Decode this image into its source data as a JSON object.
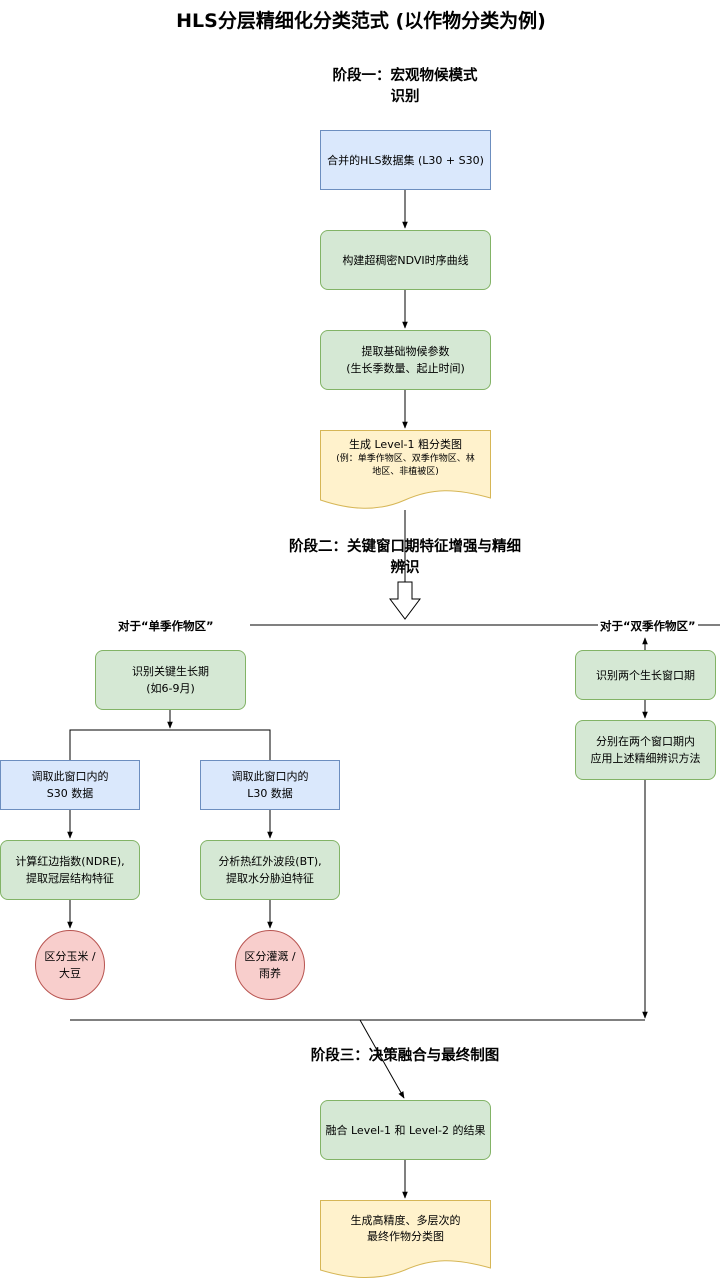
{
  "title": "HLS分层精细化分类范式 (以作物分类为例)",
  "stage1": {
    "heading": "阶段一：宏观物候模式\n识别"
  },
  "stage2": {
    "heading": "阶段二：关键窗口期特征增强与精细\n辨识"
  },
  "stage3": {
    "heading": "阶段三：决策融合与最终制图"
  },
  "nodes": {
    "merged_dataset": "合并的HLS数据集 (L30 + S30)",
    "ndvi_curve": "构建超稠密NDVI时序曲线",
    "phenology_params": "提取基础物候参数\n(生长季数量、起止时间)",
    "level1_map": "生成 Level-1 粗分类图",
    "level1_examples": "(例：单季作物区、双季作物区、林\n地区、非植被区)",
    "single_key_period": "识别关键生长期\n(如6-9月)",
    "s30_data": "调取此窗口内的\nS30 数据",
    "l30_data": "调取此窗口内的\nL30 数据",
    "ndre": "计算红边指数(NDRE),\n提取冠层结构特征",
    "thermal": "分析热红外波段(BT),\n提取水分胁迫特征",
    "corn_soy": "区分玉米 /\n大豆",
    "irrigated_rainfed": "区分灌溉 /\n雨养",
    "double_windows": "识别两个生长窗口期",
    "double_apply": "分别在两个窗口期内\n应用上述精细辨识方法",
    "fusion": "融合 Level-1 和 Level-2 的结果",
    "final_map": "生成高精度、多层次的\n最终作物分类图"
  },
  "branches": {
    "single": "对于“单季作物区”",
    "double": "对于“双季作物区”"
  },
  "colors": {
    "blue_fill": "#dae8fc",
    "blue_stroke": "#6c8ebf",
    "green_fill": "#d5e8d4",
    "green_stroke": "#82b366",
    "red_fill": "#f8cecc",
    "red_stroke": "#b85450",
    "doc_fill": "#fff2cc",
    "doc_stroke": "#d6b656"
  }
}
